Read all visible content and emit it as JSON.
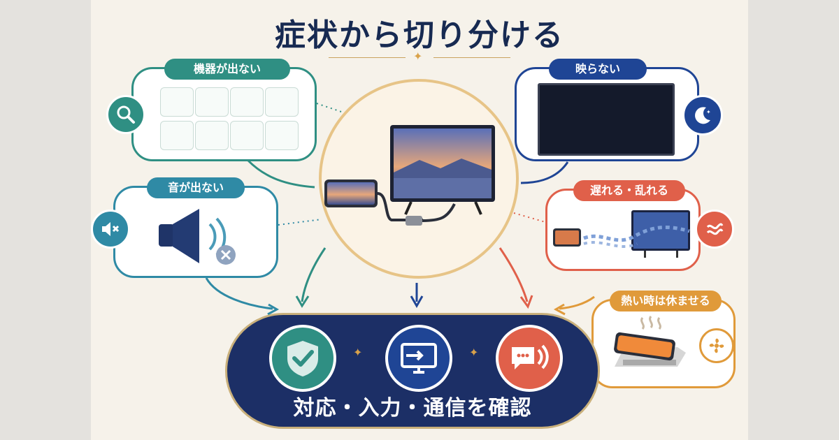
{
  "title": "症状から切り分ける",
  "symptoms": {
    "no_device": {
      "label": "機器が出ない",
      "icon": "magnifier-icon",
      "color": "#2f8f83"
    },
    "no_picture": {
      "label": "映らない",
      "icon": "moon-icon",
      "color": "#1f4595"
    },
    "no_sound": {
      "label": "音が出ない",
      "icon": "speaker-mute-icon",
      "color": "#2f8aa5"
    },
    "lag": {
      "label": "遅れる・乱れる",
      "icon": "wave-icon",
      "color": "#e0604a"
    },
    "heat": {
      "label": "熱い時は休ませる",
      "icon": "fan-icon",
      "color": "#e09a3a"
    }
  },
  "checks": {
    "text": "対応・入力・通信を確認",
    "icons": [
      "shield-check-icon",
      "input-display-icon",
      "signal-chat-icon"
    ]
  },
  "colors": {
    "navy": "#1c2f66",
    "teal": "#2f8f83",
    "blue": "#1f4595",
    "red": "#e0604a",
    "orange": "#e09a3a",
    "gold": "#d9a24a"
  }
}
